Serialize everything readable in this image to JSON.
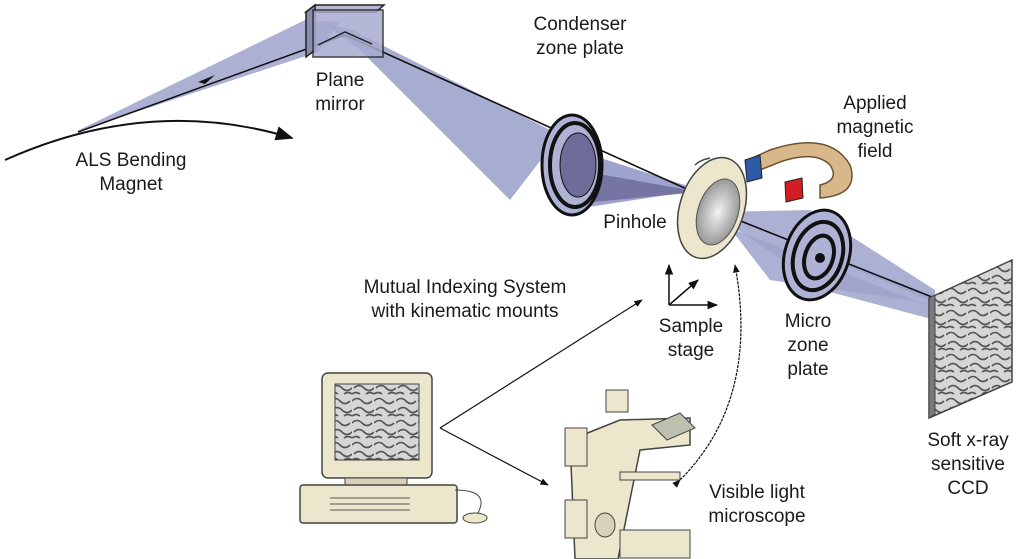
{
  "diagram": {
    "title": "Soft X-ray microscopy setup with mutual indexing system",
    "colors": {
      "beam": "#9da3cc",
      "beam_dark": "#6f6c9a",
      "cream": "#ebe6cc",
      "magnet_body": "#d8b88a",
      "magnet_north": "#2e5aa8",
      "magnet_south": "#d21e23"
    },
    "labels": {
      "als_line1": "ALS Bending",
      "als_line2": "Magnet",
      "plane_mirror_line1": "Plane",
      "plane_mirror_line2": "mirror",
      "condenser_line1": "Condenser",
      "condenser_line2": "zone plate",
      "applied_line1": "Applied",
      "applied_line2": "magnetic",
      "applied_line3": "field",
      "pinhole": "Pinhole",
      "mutual_line1": "Mutual Indexing System",
      "mutual_line2": "with kinematic mounts",
      "sample_line1": "Sample",
      "sample_line2": "stage",
      "micro_line1": "Micro",
      "micro_line2": "zone",
      "micro_line3": "plate",
      "ccd_line1": "Soft x-ray",
      "ccd_line2": "sensitive",
      "ccd_line3": "CCD",
      "visible_line1": "Visible light",
      "visible_line2": "microscope"
    }
  }
}
